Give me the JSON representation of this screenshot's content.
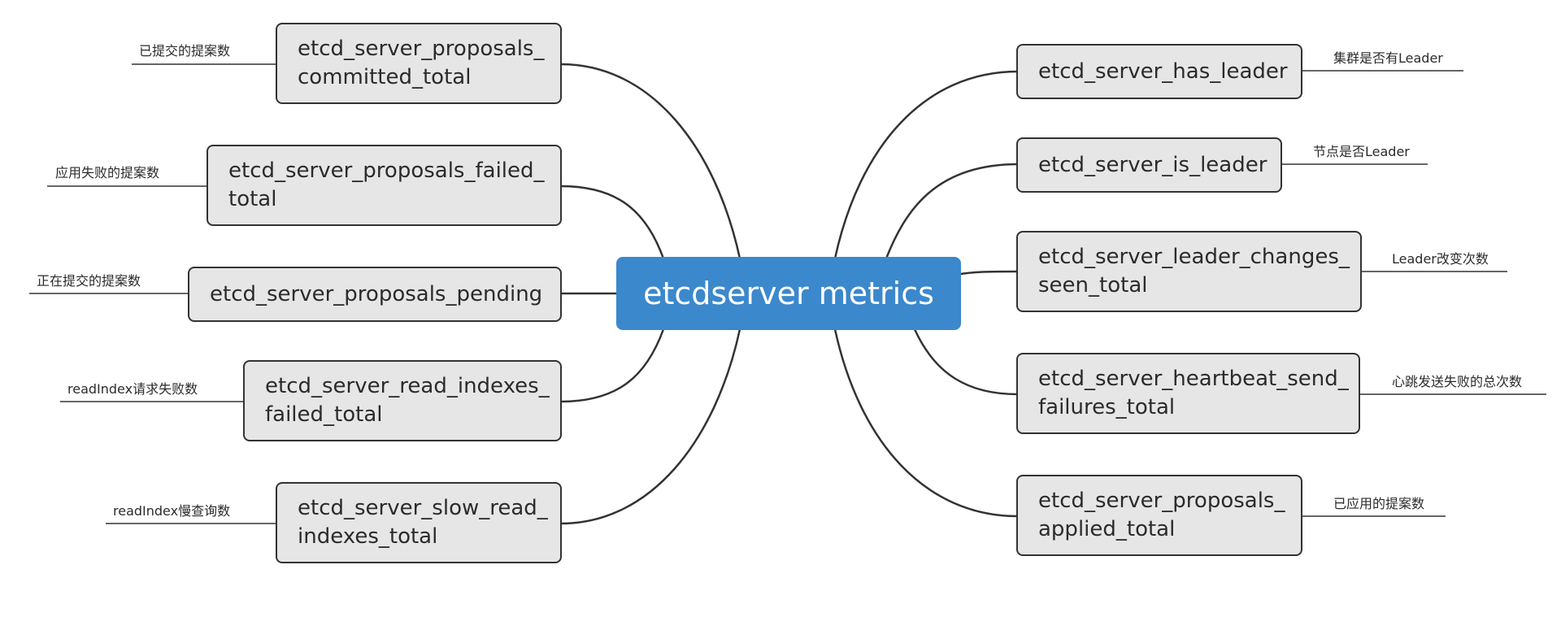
{
  "diagram": {
    "title": "etcdserver metrics",
    "left": [
      {
        "label_lines": [
          "etcd_server_proposals_",
          "committed_total"
        ],
        "note": "已提交的提案数"
      },
      {
        "label_lines": [
          "etcd_server_proposals_failed_",
          "total"
        ],
        "note": "应用失败的提案数"
      },
      {
        "label_lines": [
          "etcd_server_proposals_pending"
        ],
        "note": "正在提交的提案数"
      },
      {
        "label_lines": [
          "etcd_server_read_indexes_",
          "failed_total"
        ],
        "note": "readIndex请求失败数"
      },
      {
        "label_lines": [
          "etcd_server_slow_read_",
          "indexes_total"
        ],
        "note": "readIndex慢查询数"
      }
    ],
    "right": [
      {
        "label_lines": [
          "etcd_server_has_leader"
        ],
        "note": "集群是否有Leader"
      },
      {
        "label_lines": [
          "etcd_server_is_leader"
        ],
        "note": "节点是否Leader"
      },
      {
        "label_lines": [
          "etcd_server_leader_changes_",
          "seen_total"
        ],
        "note": "Leader改变次数"
      },
      {
        "label_lines": [
          "etcd_server_heartbeat_send_",
          "failures_total"
        ],
        "note": "心跳发送失败的总次数"
      },
      {
        "label_lines": [
          "etcd_server_proposals_",
          "applied_total"
        ],
        "note": "已应用的提案数"
      }
    ],
    "colors": {
      "center": "#3b88cc",
      "node_fill": "#e6e6e6",
      "node_border": "#333333",
      "line": "#333333"
    }
  }
}
